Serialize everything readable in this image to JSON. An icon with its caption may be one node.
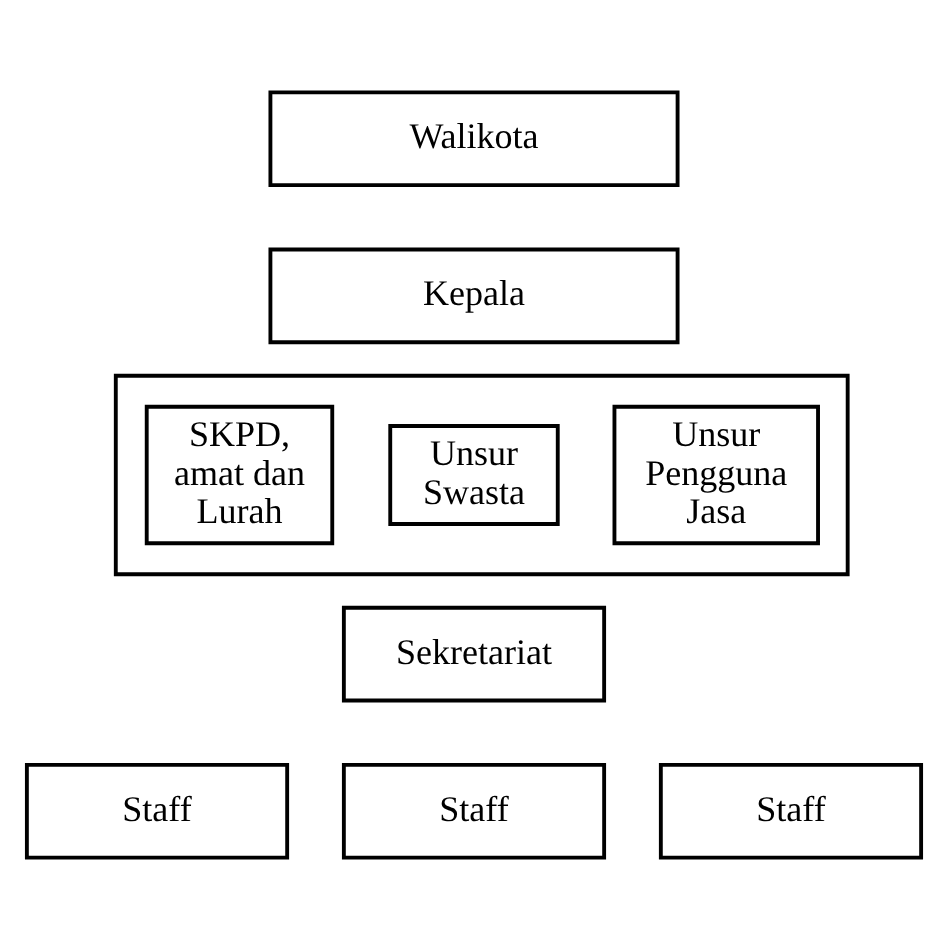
{
  "diagram": {
    "nodes": [
      {
        "text": [
          "Walikota"
        ]
      },
      {
        "text": [
          "Kepala"
        ]
      },
      {
        "text": [],
        "shape": "box"
      },
      {
        "text": [
          "SKPD, amat dan Lurah"
        ],
        "in": 2
      },
      {
        "text": [
          "Unsur Swasta"
        ],
        "in": 2
      },
      {
        "text": [
          "Unsur Pengguna Jasa"
        ],
        "in": 2
      },
      {
        "text": [
          "Sekretariat"
        ]
      },
      {
        "text": [
          "Staff"
        ]
      },
      {
        "text": [
          "Staff"
        ]
      },
      {
        "text": [
          "Staff"
        ]
      }
    ]
  }
}
